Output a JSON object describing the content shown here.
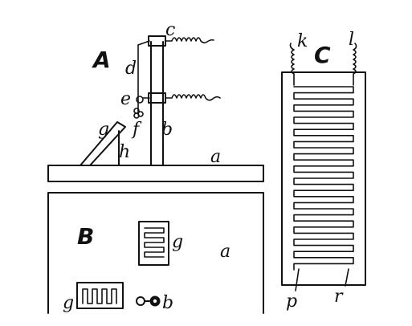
{
  "figure": {
    "panel_a": {
      "title": "A",
      "labels": {
        "a": "a",
        "b": "b",
        "c": "c",
        "d": "d",
        "e": "e",
        "f": "f",
        "g": "g",
        "h": "h"
      }
    },
    "panel_b": {
      "title": "B",
      "labels": {
        "a": "a",
        "b": "b",
        "g_upper": "g",
        "g_lower": "g"
      }
    },
    "panel_c": {
      "title": "C",
      "labels": {
        "k": "k",
        "l": "l",
        "p": "p",
        "r": "r"
      }
    }
  }
}
